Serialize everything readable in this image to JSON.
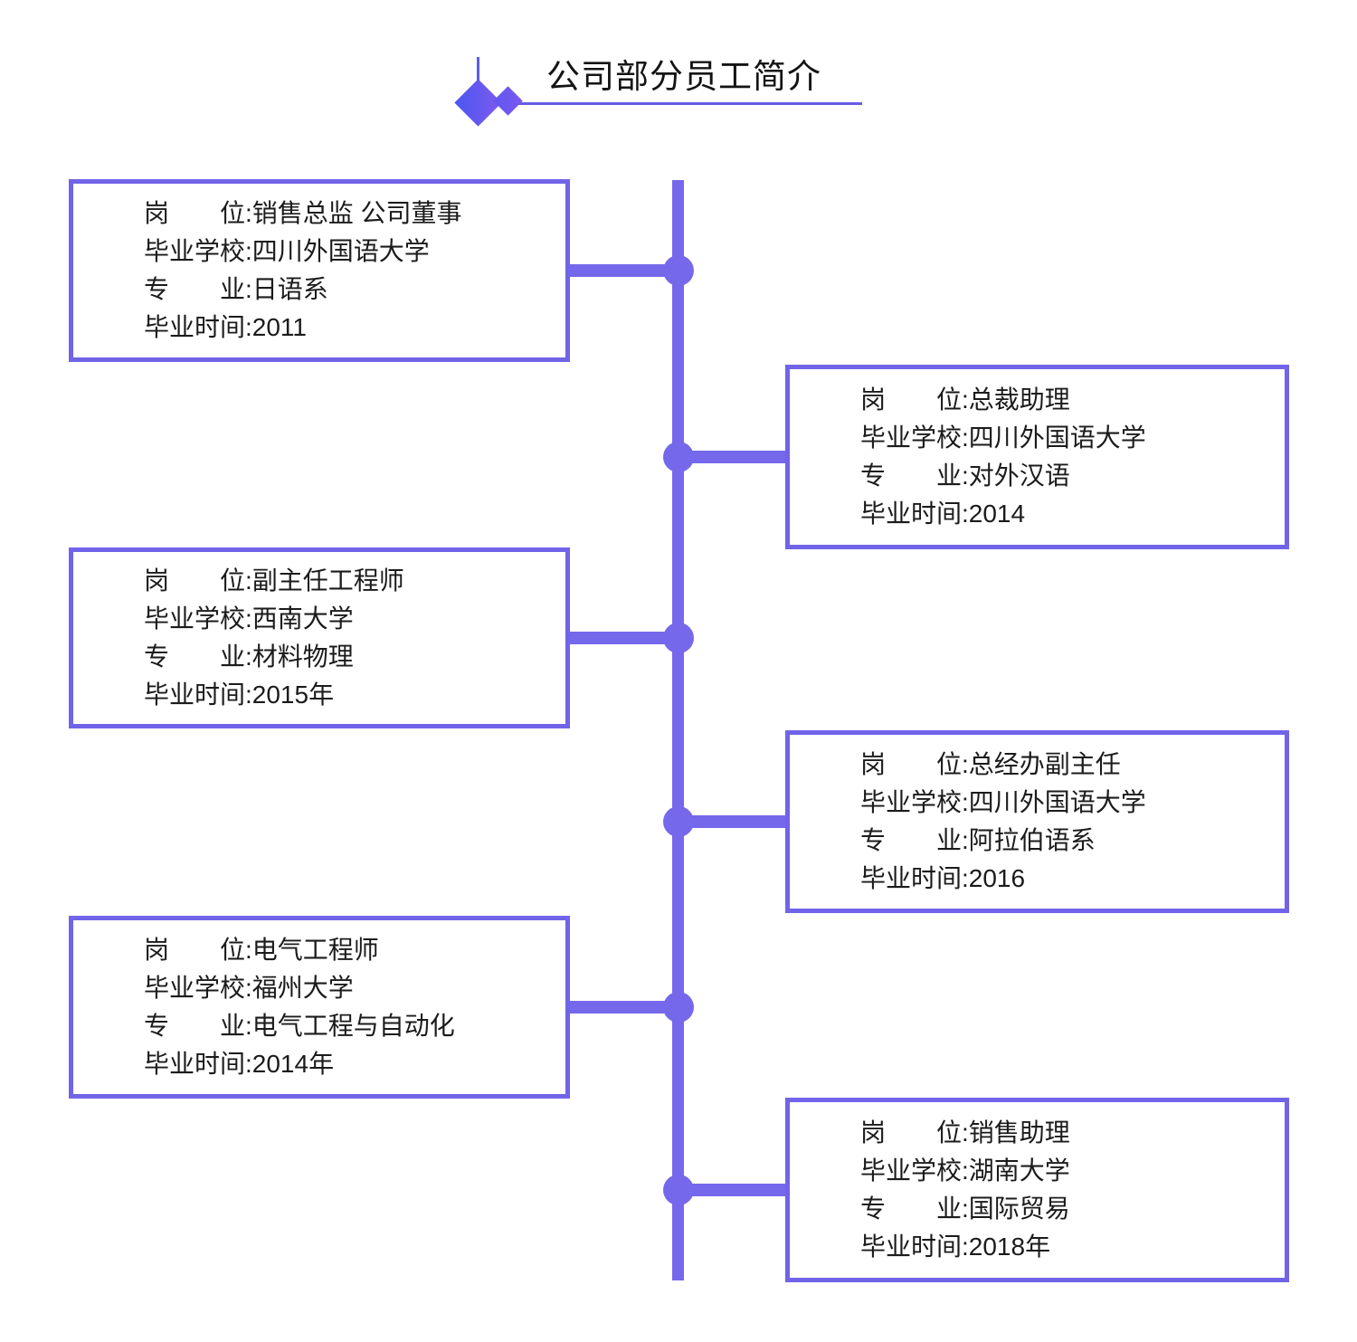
{
  "title": "公司部分员工简介",
  "labels": {
    "position": "岗　　位:",
    "school": "毕业学校:",
    "major": "专　　业:",
    "time": "毕业时间:"
  },
  "employees": [
    {
      "position": "销售总监 公司董事",
      "school": "四川外国语大学",
      "major": "日语系",
      "time": "2011"
    },
    {
      "position": "总裁助理",
      "school": "四川外国语大学",
      "major": "对外汉语",
      "time": "2014"
    },
    {
      "position": "副主任工程师",
      "school": "西南大学",
      "major": "材料物理",
      "time": "2015年"
    },
    {
      "position": "总经办副主任",
      "school": "四川外国语大学",
      "major": "阿拉伯语系",
      "time": "2016"
    },
    {
      "position": "电气工程师",
      "school": "福州大学",
      "major": "电气工程与自动化",
      "time": "2014年"
    },
    {
      "position": "销售助理",
      "school": "湖南大学",
      "major": "国际贸易",
      "time": "2018年"
    }
  ],
  "colors": {
    "spine": "#7668ea",
    "card_border": "#7164e8",
    "title_underline": "#675ce4",
    "diamond_gradient_start": "#4b58f1",
    "diamond_gradient_end": "#7e59ee",
    "text": "#1b1b1b"
  }
}
